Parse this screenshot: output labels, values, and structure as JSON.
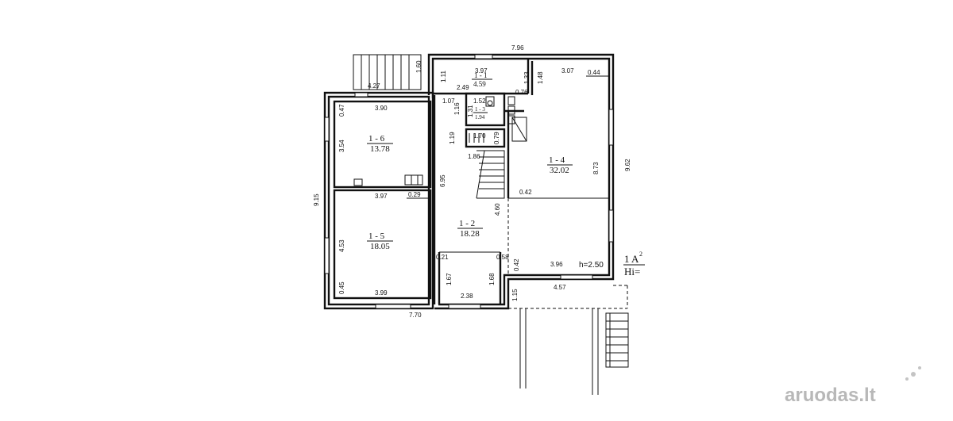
{
  "rooms": {
    "r11": {
      "id": "1 - 1",
      "area": "4.59"
    },
    "r12": {
      "id": "1 - 2",
      "area": "18.28"
    },
    "r13": {
      "id": "1 - 3",
      "area": "1.94"
    },
    "r14": {
      "id": "1 - 4",
      "area": "32.02"
    },
    "r15": {
      "id": "1 - 5",
      "area": "18.05"
    },
    "r16": {
      "id": "1 - 6",
      "area": "13.78"
    }
  },
  "dims": {
    "d796": "7.96",
    "d397top": "3.97",
    "d307": "3.07",
    "d044": "0.44",
    "d160": "1.60",
    "d111": "1.11",
    "d249": "2.49",
    "d133": "1.33",
    "d148": "1.48",
    "d076": "0.76",
    "d427": "4.27",
    "d390": "3.90",
    "d047": "0.47",
    "d107": "1.07",
    "d152": "1.52",
    "d116": "1.16",
    "d131": "1.31",
    "d354": "3.54",
    "d119": "1.19",
    "d170": "1.70",
    "d079": "0.79",
    "d186": "1.86",
    "d873": "8.73",
    "d962": "9.62",
    "d695": "6.95",
    "d397": "3.97",
    "d029": "0.29",
    "d042a": "0.42",
    "d915": "9.15",
    "d460": "4.60",
    "d453": "4.53",
    "d021": "0.21",
    "d058": "0.58",
    "d042b": "0.42",
    "d396": "3.96",
    "d167": "1.67",
    "d168": "1.68",
    "d045": "0.45",
    "d399": "3.99",
    "d238": "2.38",
    "d115": "1.15",
    "d457": "4.57",
    "d770": "7.70"
  },
  "height_note": "h=2.50",
  "level": {
    "label": "1 A",
    "sup": "2",
    "sub": "Hi="
  },
  "watermark": "aruodas.lt"
}
